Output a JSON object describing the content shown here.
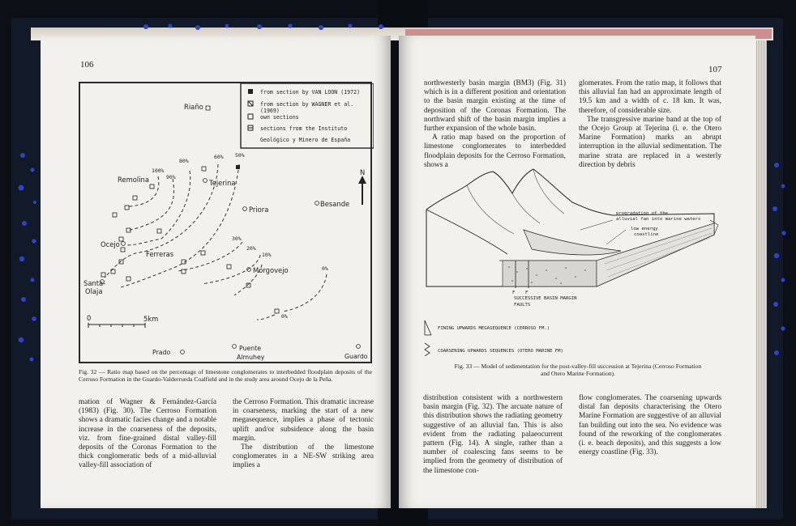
{
  "left_page": {
    "page_number": "106",
    "figure": {
      "legend": {
        "van_loon": "from section by VAN LOON (1972)",
        "wagner_a": "from section by WAGNER et al.",
        "wagner_b": "(1969)",
        "own": "own sections",
        "igme_a": "sections from the Instituto",
        "igme_b": "Geológico y Minero de España"
      },
      "places": {
        "riano": "Riaño",
        "remolina": "Remolina",
        "tejerina": "Tejerina",
        "priora": "Priora",
        "besande": "Besande",
        "ocejo": "Ocejo",
        "ferreras": "Ferreras",
        "morgovejo": "Morgovejo",
        "santa": "Santa-",
        "olaja": "Olaja",
        "prado": "Prado",
        "puente": "Puente",
        "almuhey": "Almuhey",
        "guardo": "Guardo"
      },
      "contours": [
        "100%",
        "90%",
        "80%",
        "60%",
        "50%",
        "30%",
        "20%",
        "10%",
        "0%",
        "0%"
      ],
      "north": "N",
      "scale_zero": "0",
      "scale_label": "5km"
    },
    "caption": "Fig. 32 — Ratio map based on the percentage of limestone conglomerates to interbedded floodplain deposits of the Cerroso Formation in the Guardo-Valderrueda Coalfield and in the study area around Ocejo de la Peña.",
    "col1": "mation of Wagner & Fernández-García (1983) (Fig. 30). The Cerroso Formation shows a dramatic facies change and a notable increase in the coarseness of the deposits, viz. from fine-grained distal valley-fill deposits of the Coronas Formation to the thick conglomeratic beds of a mid-alluvial valley-fill association of",
    "col2_p1": "the Cerroso Formation. This dramatic increase in coarseness, marking the start of a new megasequence, implies a phase of tectonic uplift and/or subsidence along the basin margin.",
    "col2_p2": "The distribution of the limestone conglomerates in a NE-SW striking area implies a"
  },
  "right_page": {
    "page_number": "107",
    "col1_p1": "northwesterly basin margin (BM3) (Fig. 31) which is in a different position and orientation to the basin margin existing at the time of deposition of the Coronas Formation. The northward shift of the basin margin implies a further expansion of the whole basin.",
    "col1_p2": "A ratio map based on the proportion of limestone conglomerates to interbedded floodplain deposits for the Cerroso Formation, shows a",
    "col2_p1": "glomerates. From the ratio map, it follows that this alluvial fan had an approximate length of 19.5 km and a width of c. 18 km. It was, therefore, of considerable size.",
    "col2_p2": "The transgressive marine band at the top of the Ocejo Group at Tejerina (i. e. the Otero Marine Formation) marks an abrupt interruption in the alluvial sedimentation. The marine strata are replaced in a westerly direction by debris",
    "diagram": {
      "label_prog_a": "progradation of the",
      "label_prog_b": "alluvial fan into marine waters",
      "label_energy_a": "low energy",
      "label_energy_b": "coastline",
      "label_f1": "F",
      "label_f2": "F",
      "label_basin": "SUCCESSIVE BASIN MARGIN",
      "label_faults": "FAULTS",
      "legend_fining": "FINING UPWARDS MEGASEQUENCE (CERROSO FM.)",
      "legend_coarsening": "COARSENING UPWARDS SEQUENCES (OTERO MARINE FM)"
    },
    "caption_a": "Fig. 33 — Model of sedimentation for the post-valley-fill succession at Tejerina (Cerroso Formation",
    "caption_b": "and Otero Marine Formation).",
    "col3": "distribution consistent with a northwestern basin margin (Fig. 32). The arcuate nature of this distribution shows the radiating geometry suggestive of an alluvial fan. This is also evident from the radiating palaeocurrent pattern (Fig. 14). A single, rather than a number of coalescing fans seems to be implied from the geometry of distribution of the limestone con-",
    "col4": "flow conglomerates. The coarsening upwards distal fan deposits characterising the Otero Marine Formation are suggestive of an alluvial fan building out into the sea. No evidence was found of the reworking of the conglomerates (i. e. beach deposits), and this suggests a low energy coastline (Fig. 33)."
  }
}
